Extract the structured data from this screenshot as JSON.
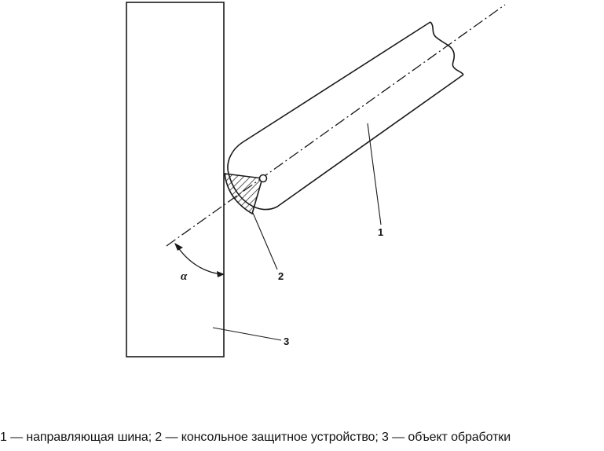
{
  "diagram": {
    "callouts": {
      "guide_bar": "1",
      "guard": "2",
      "workpiece": "3"
    },
    "angle_symbol": "α"
  },
  "caption": "1 — направляющая шина; 2 — консольное защитное устройство; 3 — объект обработки",
  "colors": {
    "line": "#1a1a1a",
    "background": "#ffffff"
  }
}
